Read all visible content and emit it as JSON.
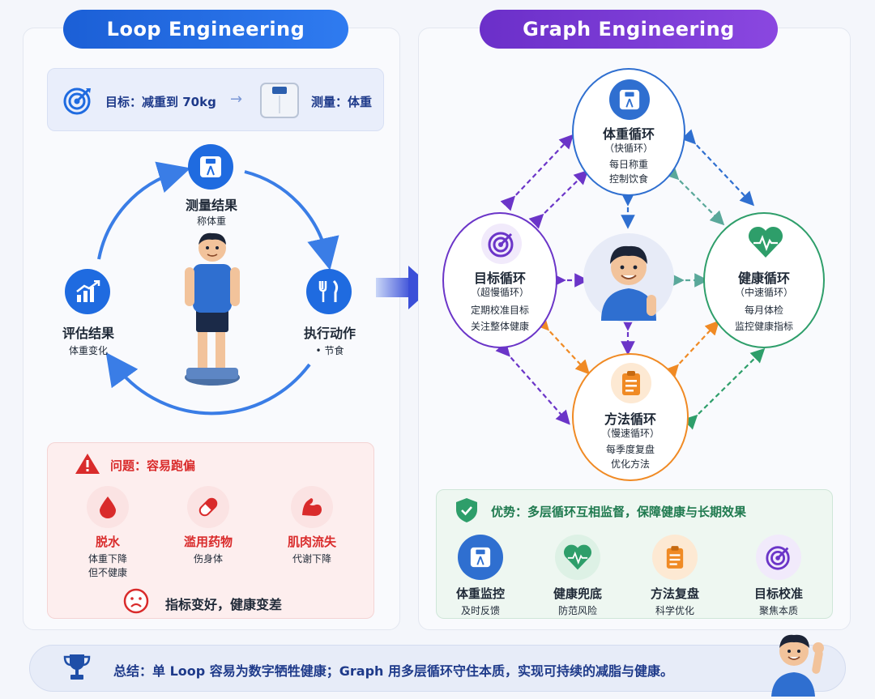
{
  "left": {
    "title": "Loop Engineering",
    "goal_label": "目标：减重到 70kg",
    "goal_arrow": "→",
    "measure_label": "测量：体重",
    "cycle": {
      "measure": {
        "title": "测量结果",
        "sub": "称体重"
      },
      "execute": {
        "title": "执行动作",
        "sub": "• 节食"
      },
      "evaluate": {
        "title": "评估结果",
        "sub": "体重变化"
      }
    },
    "problem": {
      "title": "问题：容易跑偏",
      "items": [
        {
          "title": "脱水",
          "line1": "体重下降",
          "line2": "但不健康"
        },
        {
          "title": "滥用药物",
          "line1": "伤身体",
          "line2": ""
        },
        {
          "title": "肌肉流失",
          "line1": "代谢下降",
          "line2": ""
        }
      ],
      "result": "指标变好，健康变差"
    }
  },
  "right": {
    "title": "Graph Engineering",
    "nodes": {
      "weight": {
        "title": "体重循环",
        "speed": "（快循环）",
        "line1": "每日称重",
        "line2": "控制饮食"
      },
      "goal": {
        "title": "目标循环",
        "speed": "（超慢循环）",
        "line1": "定期校准目标",
        "line2": "关注整体健康"
      },
      "health": {
        "title": "健康循环",
        "speed": "（中速循环）",
        "line1": "每月体检",
        "line2": "监控健康指标"
      },
      "method": {
        "title": "方法循环",
        "speed": "（慢速循环）",
        "line1": "每季度复盘",
        "line2": "优化方法"
      }
    },
    "advantage": {
      "title": "优势：多层循环互相监督，保障健康与长期效果",
      "items": [
        {
          "title": "体重监控",
          "sub": "及时反馈"
        },
        {
          "title": "健康兜底",
          "sub": "防范风险"
        },
        {
          "title": "方法复盘",
          "sub": "科学优化"
        },
        {
          "title": "目标校准",
          "sub": "聚焦本质"
        }
      ]
    }
  },
  "summary": "总结：单 Loop 容易为数字牺牲健康；Graph 用多层循环守住本质，实现可持续的减脂与健康。",
  "colors": {
    "blue": "#1f6be0",
    "purple": "#6b35c8",
    "green": "#2e9e6a",
    "orange": "#f08a24",
    "red": "#d92b2b"
  }
}
